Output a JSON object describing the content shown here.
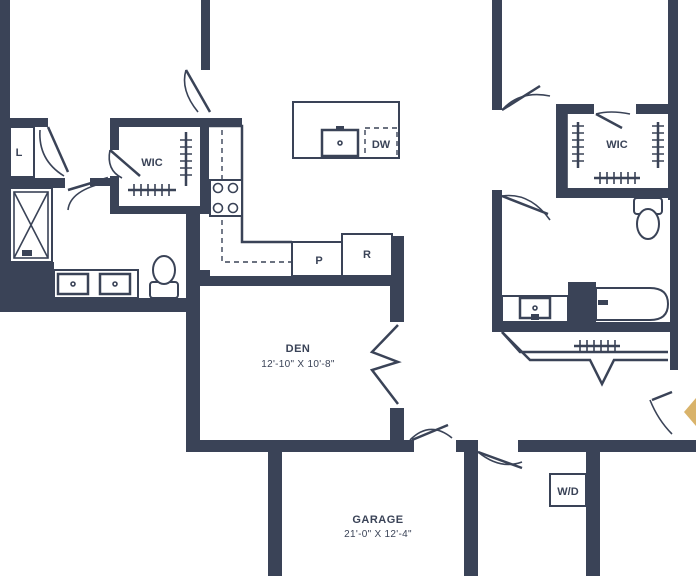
{
  "plan": {
    "colors": {
      "wall": "#3a4357",
      "accent": "#d9b36a",
      "background": "#ffffff"
    },
    "rooms": [
      {
        "id": "den",
        "name": "DEN",
        "dims": "12'-10\" X 10'-8\""
      },
      {
        "id": "garage",
        "name": "GARAGE",
        "dims": "21'-0\" X 12'-4\""
      }
    ],
    "labels": {
      "wic_left": "WIC",
      "wic_right": "WIC",
      "dishwasher": "DW",
      "pantry": "P",
      "refrigerator": "R",
      "linen": "L",
      "washer_dryer": "W/D"
    },
    "icons": {
      "entry_marker": "entry-arrow-icon"
    }
  }
}
